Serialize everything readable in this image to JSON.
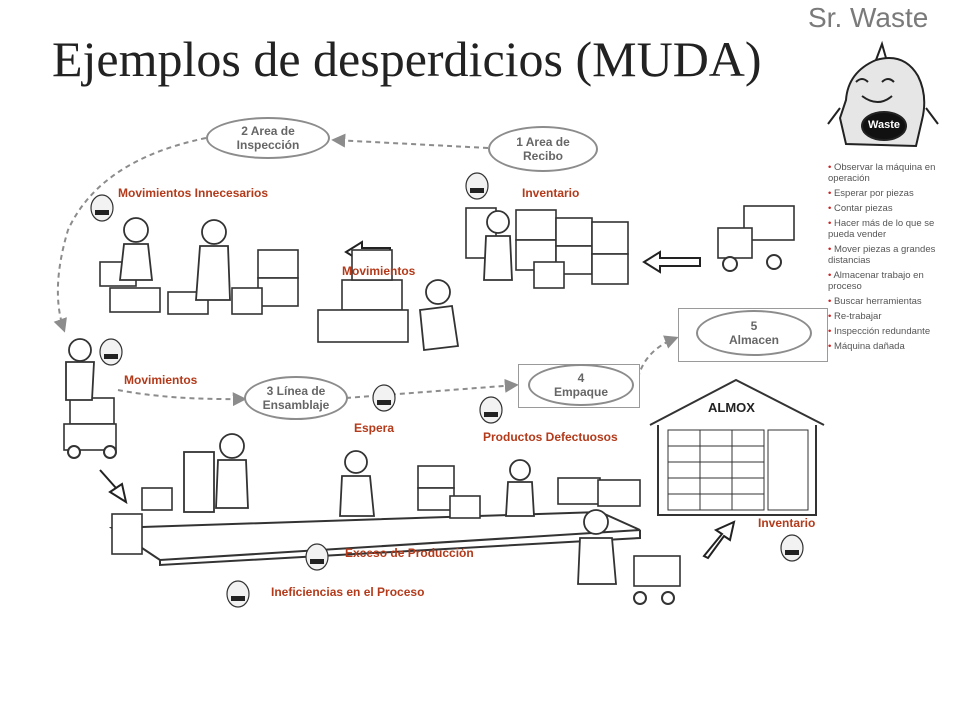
{
  "title": "Ejemplos de desperdicios (MUDA)",
  "brand": "Sr. Waste",
  "mascot_shirt": "Waste",
  "tips": [
    "Observar la máquina en operación",
    "Esperar por piezas",
    "Contar piezas",
    "Hacer más de lo que se pueda vender",
    "Mover piezas a grandes distancias",
    "Almacenar trabajo en proceso",
    "Buscar herramientas",
    "Re-trabajar",
    "Inspección redundante",
    "Máquina dañada"
  ],
  "nodes": {
    "inspeccion": [
      "2 Area de",
      "Inspección"
    ],
    "recibo": [
      "1 Area de",
      "Recibo"
    ],
    "ensamblaje": [
      "3 Línea de",
      "Ensamblaje"
    ],
    "empaque": [
      "4",
      "Empaque"
    ],
    "almacen": [
      "5",
      "Almacen"
    ]
  },
  "warehouse": "ALMOX",
  "labels": {
    "movimientos_innecesarios": "Movimientos Innecesarios",
    "inventario_top": "Inventario",
    "movimientos_center": "Movimientos",
    "movimientos_left": "Movimientos",
    "espera": "Espera",
    "productos_defectuosos": "Productos Defectuosos",
    "inventario_right": "Inventario",
    "exceso_produccion": "Exceso de Producción",
    "ineficiencias": "Ineficiencias en el Proceso"
  },
  "colors": {
    "label": "#b33a1a",
    "line": "#8c8c8c",
    "bullet": "#cc2222"
  }
}
